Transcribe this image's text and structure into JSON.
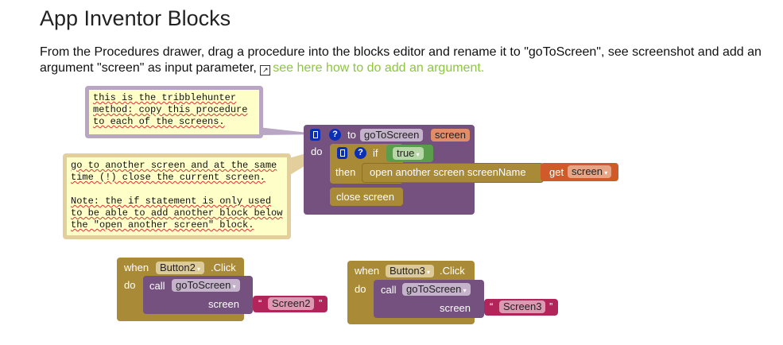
{
  "title": "App Inventor Blocks",
  "intro": {
    "text": "From the Procedures drawer, drag a procedure into the blocks editor and rename it to \"goToScreen\", see screenshot and add an argument \"screen\" as input parameter, ",
    "link": "see here how to do add an argument."
  },
  "comments": [
    {
      "lines": [
        "this is the tribblehunter",
        "method: copy this procedure",
        "to each of the screens."
      ]
    },
    {
      "lines": [
        "go to another screen and at the same",
        "time (!) close the current screen.",
        "",
        "Note: the if statement is only used",
        "to be able to add another block below",
        "the \"open another screen\" block."
      ]
    }
  ],
  "procedure": {
    "to": "to",
    "name": "goToScreen",
    "param": "screen",
    "do": "do",
    "if": "if",
    "cond": "true",
    "then": "then",
    "open": "open another screen  screenName",
    "get": "get",
    "getVar": "screen",
    "close": "close screen"
  },
  "events": [
    {
      "when": "when",
      "component": "Button2",
      "event": ".Click",
      "do": "do",
      "call": "call",
      "proc": "goToScreen",
      "arg": "screen",
      "value": "Screen2"
    },
    {
      "when": "when",
      "component": "Button3",
      "event": ".Click",
      "do": "do",
      "call": "call",
      "proc": "goToScreen",
      "arg": "screen",
      "value": "Screen3"
    }
  ],
  "colors": {
    "procedure": "#74517e",
    "control": "#a98a36",
    "variable": "#d15a2a",
    "text": "#b1255a",
    "logic": "#5a9e4c",
    "link": "#8dc63f"
  }
}
